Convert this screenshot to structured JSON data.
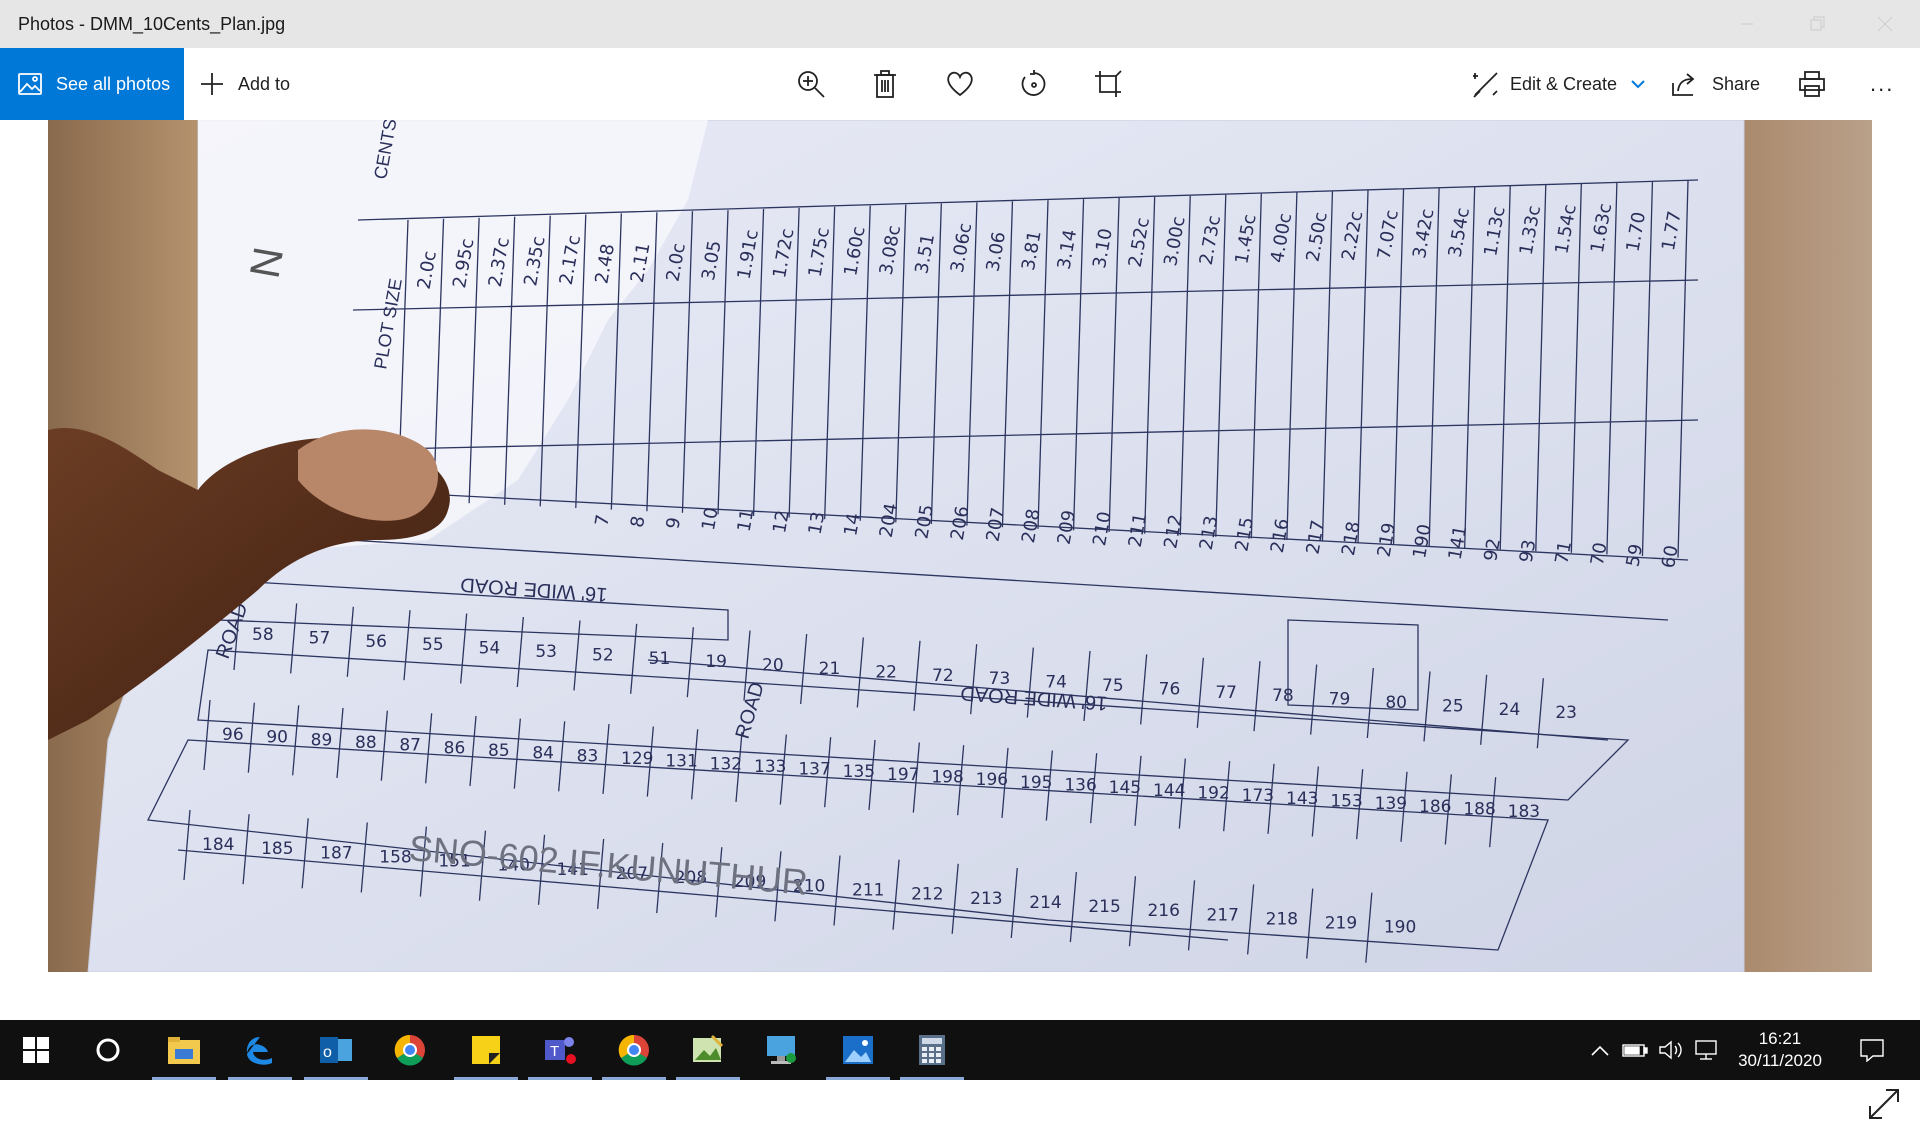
{
  "window": {
    "title": "Photos - DMM_10Cents_Plan.jpg"
  },
  "toolbar": {
    "see_all_label": "See all photos",
    "add_to_label": "Add to",
    "edit_create_label": "Edit & Create",
    "share_label": "Share",
    "more_label": "...",
    "accent_color": "#0078d7"
  },
  "photo": {
    "survey_label": "SNO-602.IF.KUNUTHUR",
    "north_mark": "N",
    "table_headers": [
      "PLOT SIZE",
      "CENTS"
    ],
    "road_labels": [
      "16' WIDE ROAD",
      "ROAD",
      "16' WIDE ROAD",
      "ROAD"
    ],
    "plot_numbers_lower": [
      "58",
      "57",
      "56",
      "55",
      "54",
      "53",
      "52",
      "51",
      "19",
      "20",
      "21",
      "22",
      "72",
      "73",
      "74",
      "75",
      "76",
      "77",
      "78",
      "79",
      "80",
      "25",
      "24",
      "23",
      "96",
      "90",
      "89",
      "88",
      "87",
      "86",
      "85",
      "84",
      "83",
      "129",
      "131",
      "132",
      "133",
      "137",
      "135",
      "197",
      "198",
      "196",
      "195",
      "136",
      "145",
      "144",
      "192",
      "173",
      "143",
      "153",
      "139",
      "186",
      "188",
      "183",
      "184",
      "185",
      "187",
      "158",
      "151",
      "140",
      "141",
      "207",
      "208",
      "209",
      "210",
      "211",
      "212",
      "213",
      "214",
      "215",
      "216",
      "217",
      "218",
      "219",
      "190"
    ],
    "plot_numbers_table": [
      "7",
      "8",
      "9",
      "10",
      "11",
      "12",
      "13",
      "14",
      "204",
      "205",
      "206",
      "207",
      "208",
      "209",
      "210",
      "211",
      "212",
      "213",
      "215",
      "216",
      "217",
      "218",
      "219",
      "190",
      "141",
      "92",
      "93",
      "71",
      "70",
      "59",
      "60"
    ],
    "cents_values": [
      "2.0c",
      "2.95c",
      "2.37c",
      "2.35c",
      "2.17c",
      "2.48",
      "2.11",
      "2.0c",
      "3.05",
      "1.91c",
      "1.72c",
      "1.75c",
      "1.60c",
      "3.08c",
      "3.51",
      "3.06c",
      "3.06",
      "3.81",
      "3.14",
      "3.10",
      "2.52c",
      "3.00c",
      "2.73c",
      "1.45c",
      "4.00c",
      "2.50c",
      "2.22c",
      "7.07c",
      "3.42c",
      "3.54c",
      "1.13c",
      "1.33c",
      "1.54c",
      "1.63c",
      "1.70",
      "1.77"
    ]
  },
  "taskbar": {
    "time": "16:21",
    "date": "30/11/2020"
  }
}
